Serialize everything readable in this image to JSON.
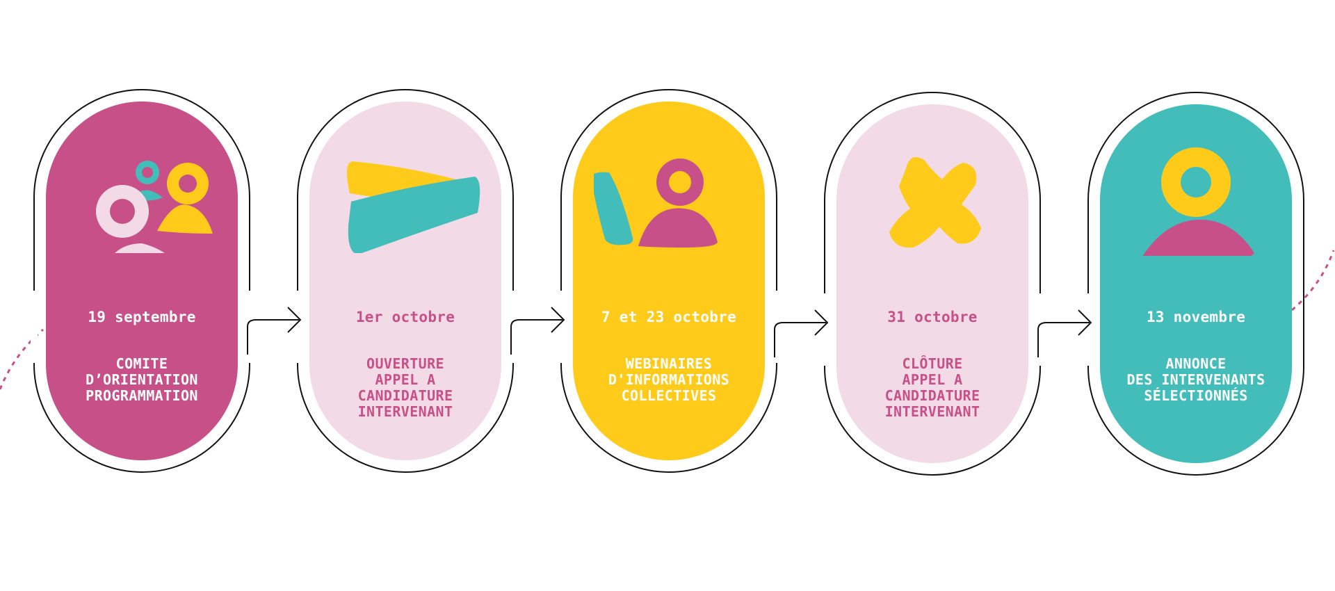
{
  "colors": {
    "magenta": "#C75088",
    "light_pink": "#F2DBE6",
    "yellow": "#FECB1B",
    "teal": "#43BDBA",
    "outline": "#111111"
  },
  "steps": [
    {
      "date": "19 septembre",
      "title": [
        "COMITE",
        "D’ORIENTATION",
        "PROGRAMMATION"
      ],
      "icon": "group-of-people-icon"
    },
    {
      "date": "1er octobre",
      "title": [
        "OUVERTURE",
        "APPEL A",
        "CANDIDATURE",
        "INTERVENANT"
      ],
      "icon": "chevron-shapes-icon"
    },
    {
      "date": "7 et 23 octobre",
      "title": [
        "WEBINAIRES",
        "D'INFORMATIONS",
        "COLLECTIVES"
      ],
      "icon": "presenter-icon"
    },
    {
      "date": "31 octobre",
      "title": [
        "CLÔTURE",
        "APPEL A",
        "CANDIDATURE",
        "INTERVENANT"
      ],
      "icon": "cross-icon"
    },
    {
      "date": "13 novembre",
      "title": [
        "ANNONCE",
        "DES INTERVENANTS",
        "SÉLECTIONNÉS"
      ],
      "icon": "person-icon"
    }
  ]
}
